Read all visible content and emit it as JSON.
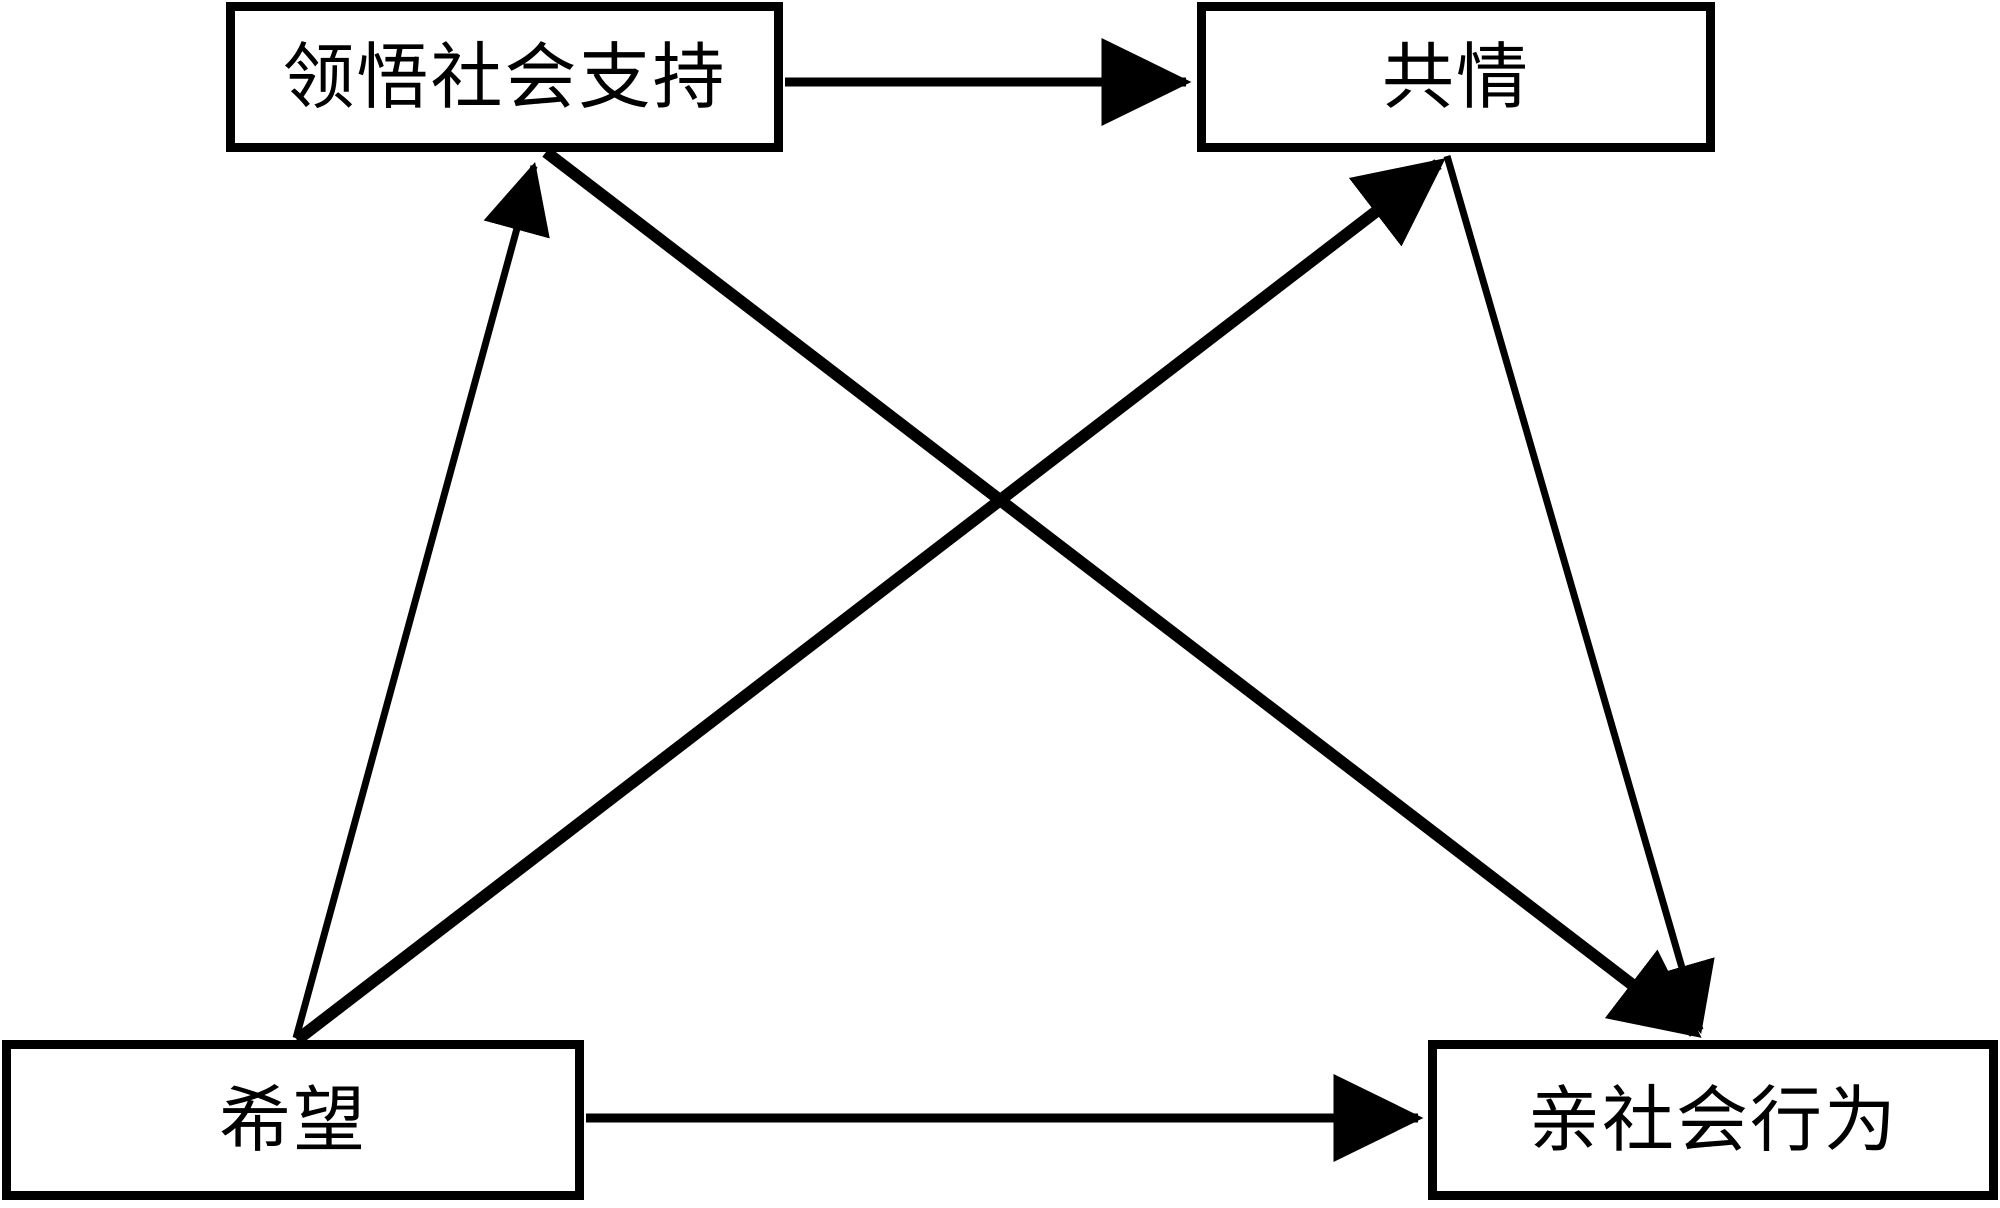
{
  "diagram": {
    "type": "path-model",
    "title": "",
    "background_color": "#ffffff",
    "line_color": "#000000",
    "node_border_color": "#000000",
    "node_fill_color": "#ffffff",
    "nodes": [
      {
        "id": "pss",
        "label": "领悟社会支持",
        "position": "top-left"
      },
      {
        "id": "emp",
        "label": "共情",
        "position": "top-right"
      },
      {
        "id": "hope",
        "label": "希望",
        "position": "bottom-left"
      },
      {
        "id": "pro",
        "label": "亲社会行为",
        "position": "bottom-right"
      }
    ],
    "edges": [
      {
        "id": "e1",
        "from": "pss",
        "to": "emp",
        "style": "thin",
        "arrow": "single"
      },
      {
        "id": "e2",
        "from": "hope",
        "to": "pro",
        "style": "thin",
        "arrow": "single"
      },
      {
        "id": "e3",
        "from": "hope",
        "to": "pss",
        "style": "thin",
        "arrow": "single"
      },
      {
        "id": "e4",
        "from": "emp",
        "to": "pro",
        "style": "thin",
        "arrow": "single"
      },
      {
        "id": "e5",
        "from": "hope",
        "to": "emp",
        "style": "thick",
        "arrow": "single"
      },
      {
        "id": "e6",
        "from": "pss",
        "to": "pro",
        "style": "thick",
        "arrow": "single"
      }
    ]
  }
}
